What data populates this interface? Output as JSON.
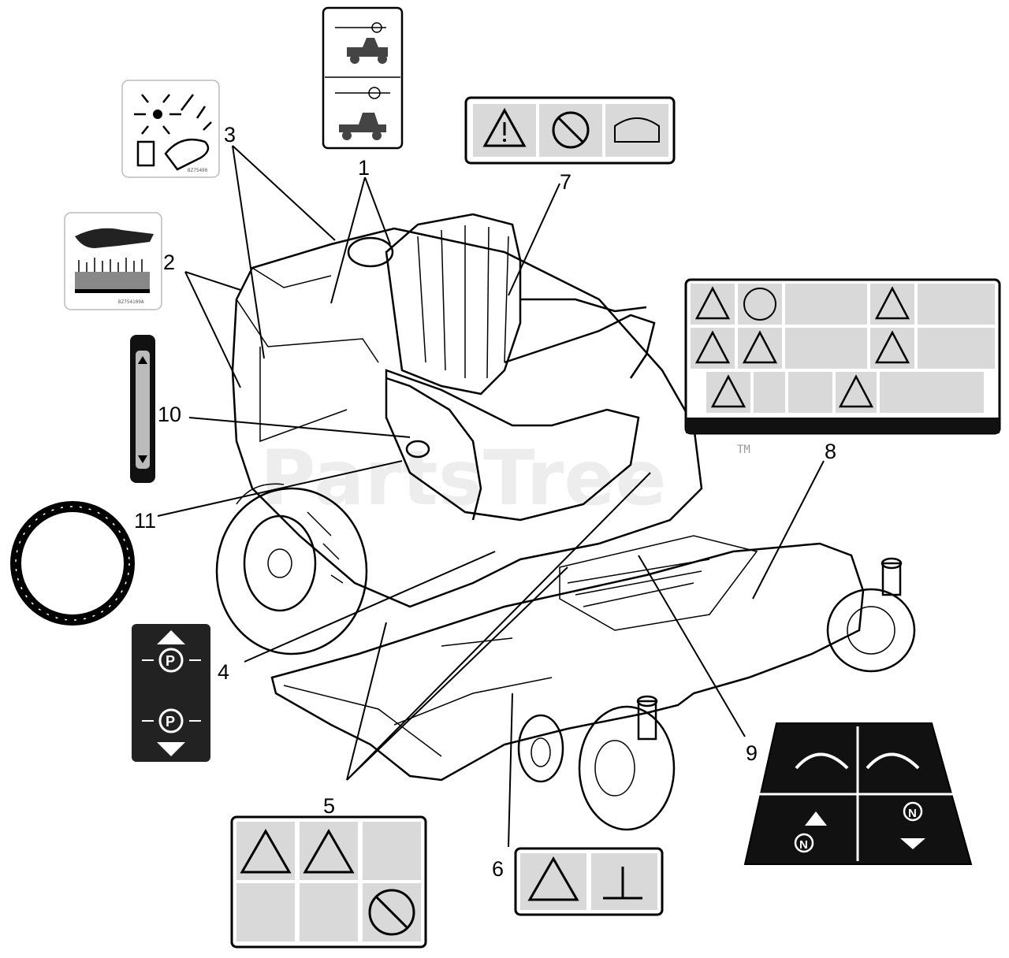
{
  "watermark": "PartsTree",
  "trademark": "TM",
  "callouts": [
    {
      "id": "callout-1",
      "text": "1"
    },
    {
      "id": "callout-2",
      "text": "2"
    },
    {
      "id": "callout-3",
      "text": "3"
    },
    {
      "id": "callout-4",
      "text": "4"
    },
    {
      "id": "callout-5",
      "text": "5"
    },
    {
      "id": "callout-6",
      "text": "6"
    },
    {
      "id": "callout-7",
      "text": "7"
    },
    {
      "id": "callout-8",
      "text": "8"
    },
    {
      "id": "callout-9",
      "text": "9"
    },
    {
      "id": "callout-10",
      "text": "10"
    },
    {
      "id": "callout-11",
      "text": "11"
    }
  ],
  "labels": {
    "parking_brake_symbol": "P",
    "neutral_symbol": "N",
    "decal_part_number_2": "BZ754109A",
    "decal_part_number_3": "BZ75490"
  }
}
